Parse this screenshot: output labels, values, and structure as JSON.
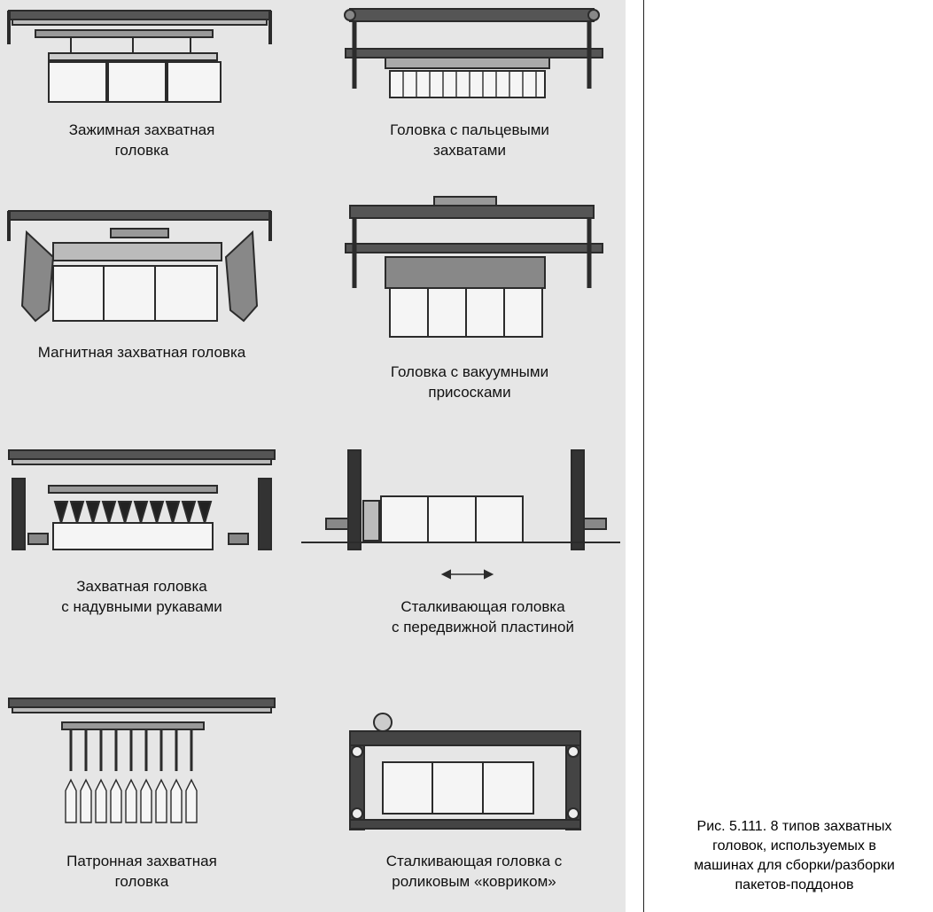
{
  "heads": [
    {
      "line1": "Зажимная захватная",
      "line2": "головка"
    },
    {
      "line1": "Головка с пальцевыми",
      "line2": "захватами"
    },
    {
      "line1": "Магнитная захватная головка",
      "line2": ""
    },
    {
      "line1": "Головка с вакуумными",
      "line2": "присосками"
    },
    {
      "line1": "Захватная головка",
      "line2": "с надувными рукавами"
    },
    {
      "line1": "Сталкивающая головка",
      "line2": "с передвижной пластиной"
    },
    {
      "line1": "Патронная захватная",
      "line2": "головка"
    },
    {
      "line1": "Сталкивающая головка с",
      "line2": "роликовым «ковриком»"
    }
  ],
  "caption": {
    "line1": "Рис. 5.111. 8 типов захватных",
    "line2": "головок, используемых в",
    "line3": "машинах для сборки/разборки",
    "line4": "пакетов-поддонов"
  },
  "colors": {
    "panel_bg": "#e6e6e6",
    "ink": "#2b2b2b",
    "frame_fill": "#555555"
  }
}
